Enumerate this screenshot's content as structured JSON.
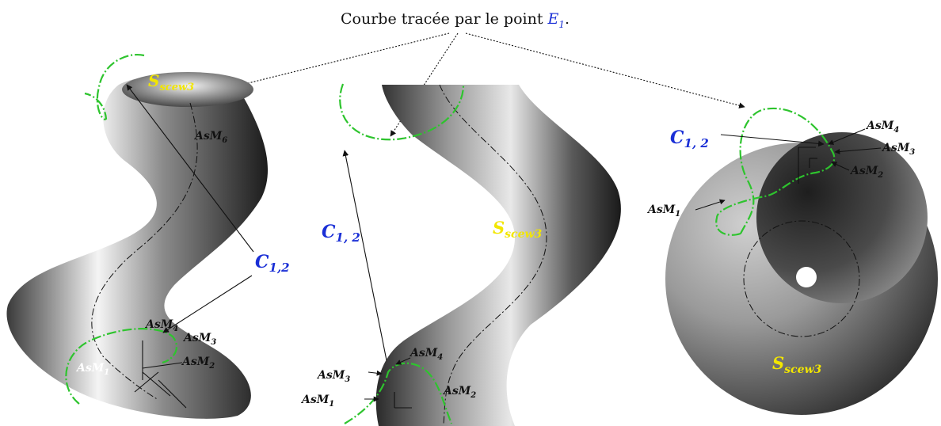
{
  "caption": {
    "text": "Courbe tracée par le point ",
    "point_main": "E",
    "point_sub": "1",
    "end": "."
  },
  "colors": {
    "curve": "#2ec42e",
    "label_blue": "#1a2fd6",
    "label_yellow": "#f2e600",
    "label_dark": "#111111",
    "label_light": "#ffffff"
  },
  "labels": {
    "left": {
      "surface": {
        "main": "S",
        "sub": "scew3"
      },
      "cycle": {
        "main": "C",
        "sub": "1,2"
      },
      "asm6": {
        "main": "AsM",
        "sub": "6"
      },
      "asm4": {
        "main": "AsM",
        "sub": "4"
      },
      "asm3": {
        "main": "AsM",
        "sub": "3"
      },
      "asm2": {
        "main": "AsM",
        "sub": "2"
      },
      "asm1": {
        "main": "AsM",
        "sub": "1"
      }
    },
    "middle": {
      "surface": {
        "main": "S",
        "sub": "scew3"
      },
      "cycle": {
        "main": "C",
        "sub": "1, 2"
      },
      "asm4": {
        "main": "AsM",
        "sub": "4"
      },
      "asm3": {
        "main": "AsM",
        "sub": "3"
      },
      "asm1": {
        "main": "AsM",
        "sub": "1"
      },
      "asm2": {
        "main": "AsM",
        "sub": "2"
      }
    },
    "right": {
      "surface": {
        "main": "S",
        "sub": "scew3"
      },
      "cycle": {
        "main": "C",
        "sub": "1, 2"
      },
      "asm4": {
        "main": "AsM",
        "sub": "4"
      },
      "asm3": {
        "main": "AsM",
        "sub": "3"
      },
      "asm2": {
        "main": "AsM",
        "sub": "2"
      },
      "asm1": {
        "main": "AsM",
        "sub": "1"
      }
    }
  }
}
